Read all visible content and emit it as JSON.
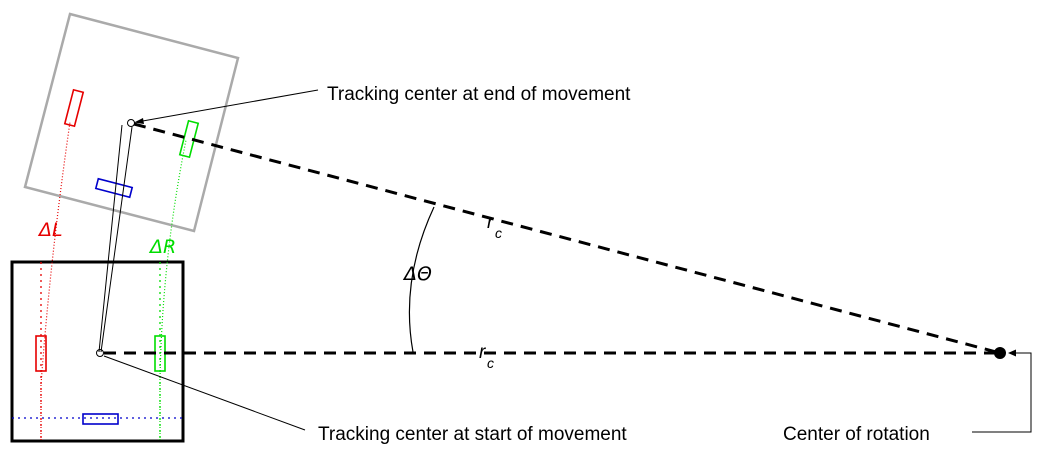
{
  "labels": {
    "end_center": "Tracking center at end of movement",
    "start_center": "Tracking center at start of movement",
    "rotation_center": "Center of rotation",
    "delta_left": "ΔL",
    "delta_right": "ΔR",
    "delta_theta": "ΔΘ",
    "radius_symbol": "r",
    "radius_subscript": "c"
  },
  "colors": {
    "left_wheel": "#e60000",
    "right_wheel": "#00dd00",
    "middle_wheel": "#0000cc",
    "start_frame": "#000000",
    "end_frame": "#aaaaaa",
    "line": "#000000"
  }
}
